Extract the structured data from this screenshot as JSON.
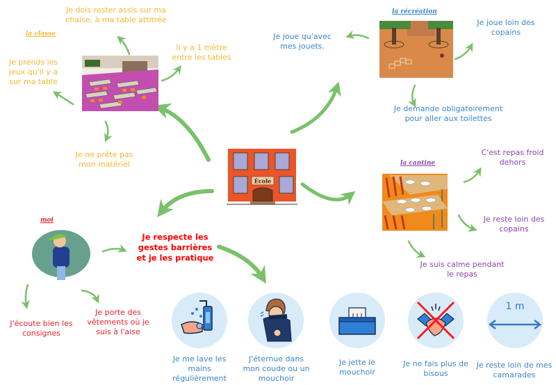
{
  "center": {
    "label": "École",
    "icon": "school-building-icon"
  },
  "main_statement": "Je respecte les gestes barrières et je les pratique",
  "colors": {
    "classe": "#f7b731",
    "recreation": "#3a86c8",
    "cantine": "#8e44ad",
    "moi": "#e8222a",
    "arrow": "#7bc06b",
    "icon_circle": "#d8ebf9"
  },
  "classe": {
    "title": "la classe",
    "items": [
      "Je dois rester assis sur ma chaise, à ma table attitrée",
      "Il y a 1 mètre entre les tables",
      "Je prends les jeux qu'il y a sur ma table",
      "Je ne prête pas mon matériel"
    ]
  },
  "recreation": {
    "title": "la récréation",
    "items": [
      "Je joue qu'avec mes jouets.",
      "Je joue loin des copains",
      "Je demande obligatoirement pour aller aux toilettes"
    ]
  },
  "cantine": {
    "title": "la cantine",
    "items": [
      "C'est repas froid dehors",
      "Je reste loin des copains",
      "Je suis calme pendant le repas"
    ]
  },
  "moi": {
    "title": "moi",
    "items": [
      "J'écoute bien les consignes",
      "Je porte des vêtements où je suis à l'aise"
    ]
  },
  "gestes": [
    {
      "icon": "hand-washing-icon",
      "label": "Je me lave les mains régulièrement"
    },
    {
      "icon": "sneeze-elbow-icon",
      "label": "J'éternue dans mon coude ou un mouchoir"
    },
    {
      "icon": "tissue-box-icon",
      "label": "Je jette le mouchoir"
    },
    {
      "icon": "no-handshake-icon",
      "label": "Je ne fais plus de bisous"
    },
    {
      "icon": "distance-arrow-icon",
      "label": "Je reste loin de mes camarades",
      "distance": "1 m"
    }
  ]
}
